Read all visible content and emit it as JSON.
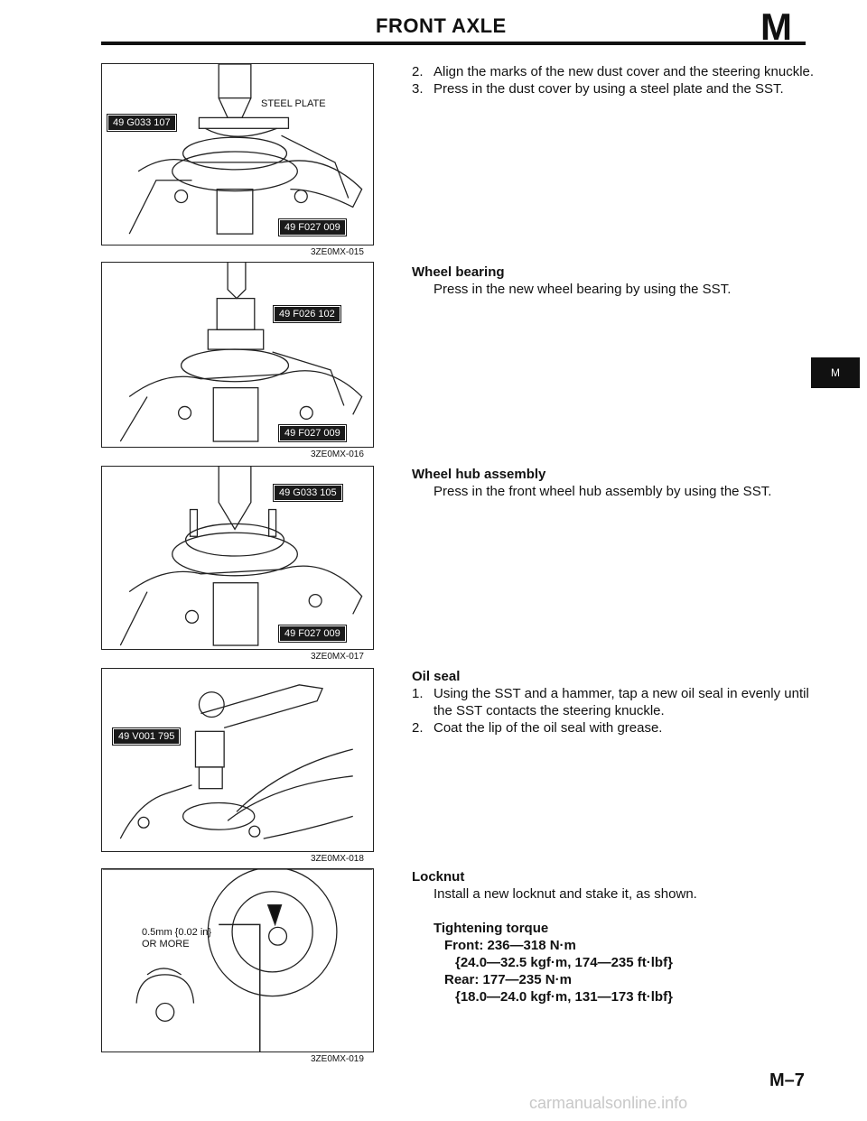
{
  "header": {
    "title": "FRONT AXLE",
    "logo": "M"
  },
  "figures": [
    {
      "code": "3ZE0MX-015",
      "labels": [
        "STEEL PLATE"
      ],
      "tags": [
        "49 G033 107",
        "49 F027 009"
      ]
    },
    {
      "code": "3ZE0MX-016",
      "tags": [
        "49 F026 102",
        "49 F027 009"
      ]
    },
    {
      "code": "3ZE0MX-017",
      "tags": [
        "49 G033 105",
        "49 F027 009"
      ]
    },
    {
      "code": "3ZE0MX-018",
      "tags": [
        "49 V001 795"
      ]
    },
    {
      "code": "3ZE0MX-019",
      "labels": [
        "0.5mm {0.02 in}",
        "OR MORE"
      ]
    }
  ],
  "dust_cover": {
    "steps": [
      {
        "num": "2.",
        "text": "Align the marks of the new dust cover and the steering knuckle."
      },
      {
        "num": "3.",
        "text": "Press in the dust cover by using a steel plate and the SST."
      }
    ]
  },
  "wheel_bearing": {
    "heading": "Wheel bearing",
    "text": "Press in the new wheel bearing by using the SST."
  },
  "wheel_hub": {
    "heading": "Wheel hub assembly",
    "text": "Press in the front wheel hub assembly by using the SST."
  },
  "oil_seal": {
    "heading": "Oil seal",
    "steps": [
      {
        "num": "1.",
        "text": "Using the SST and a hammer, tap a new oil seal in evenly until the SST contacts the steering knuckle."
      },
      {
        "num": "2.",
        "text": "Coat the lip of the oil seal with grease."
      }
    ]
  },
  "locknut": {
    "heading": "Locknut",
    "text": "Install a new locknut and stake it, as shown.",
    "torque_heading": "Tightening torque",
    "front": "Front: 236—318 N·m",
    "front_alt": "{24.0—32.5 kgf·m, 174—235 ft·lbf}",
    "rear": "Rear: 177—235 N·m",
    "rear_alt": "{18.0—24.0 kgf·m, 131—173 ft·lbf}"
  },
  "side_tab": "M",
  "page_number": "M–7",
  "watermark": "carmanualsonline.info"
}
